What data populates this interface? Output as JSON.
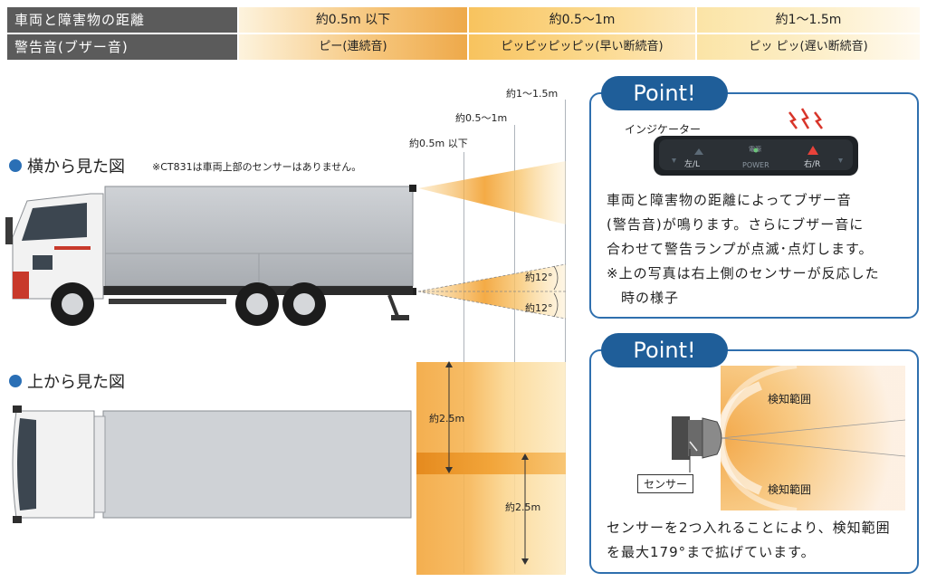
{
  "table": {
    "row1": {
      "header": "車両と障害物の距離",
      "c1": "約0.5m 以下",
      "c2": "約0.5〜1m",
      "c3": "約1〜1.5m"
    },
    "row2": {
      "header": "警告音(ブザー音)",
      "c1": "ピー(連続音)",
      "c2": "ピッピッピッピッ(早い断続音)",
      "c3": "ピッ ピッ(遅い断続音)"
    }
  },
  "side_view": {
    "title": "横から見た図",
    "note": "※CT831は車両上部のセンサーはありません。",
    "distance_labels": [
      "約0.5m 以下",
      "約0.5〜1m",
      "約1〜1.5m"
    ],
    "angle_labels": [
      "約12°",
      "約12°"
    ]
  },
  "top_view": {
    "title": "上から見た図",
    "width_labels": [
      "約2.5m",
      "約2.5m"
    ]
  },
  "point1": {
    "badge": "Point!",
    "indicator_label": "インジケーター",
    "device_labels": {
      "left": "左/L",
      "power_top": "電源",
      "power": "POWER",
      "right": "右/R"
    },
    "lines": [
      "車両と障害物の距離によってブザー音",
      "(警告音)が鳴ります。さらにブザー音に",
      "合わせて警告ランプが点滅･点灯します。",
      "※上の写真は右上側のセンサーが反応した",
      "　時の様子"
    ]
  },
  "point2": {
    "badge": "Point!",
    "range_labels": [
      "検知範囲",
      "検知範囲"
    ],
    "sensor_label": "センサー",
    "lines": [
      "センサーを2つ入れることにより、検知範囲",
      "を最大179°まで拡げています。"
    ]
  },
  "colors": {
    "header_bg": "#5b5b5b",
    "accent_blue": "#1f5e99",
    "zone_orange": "#f2a53a"
  }
}
